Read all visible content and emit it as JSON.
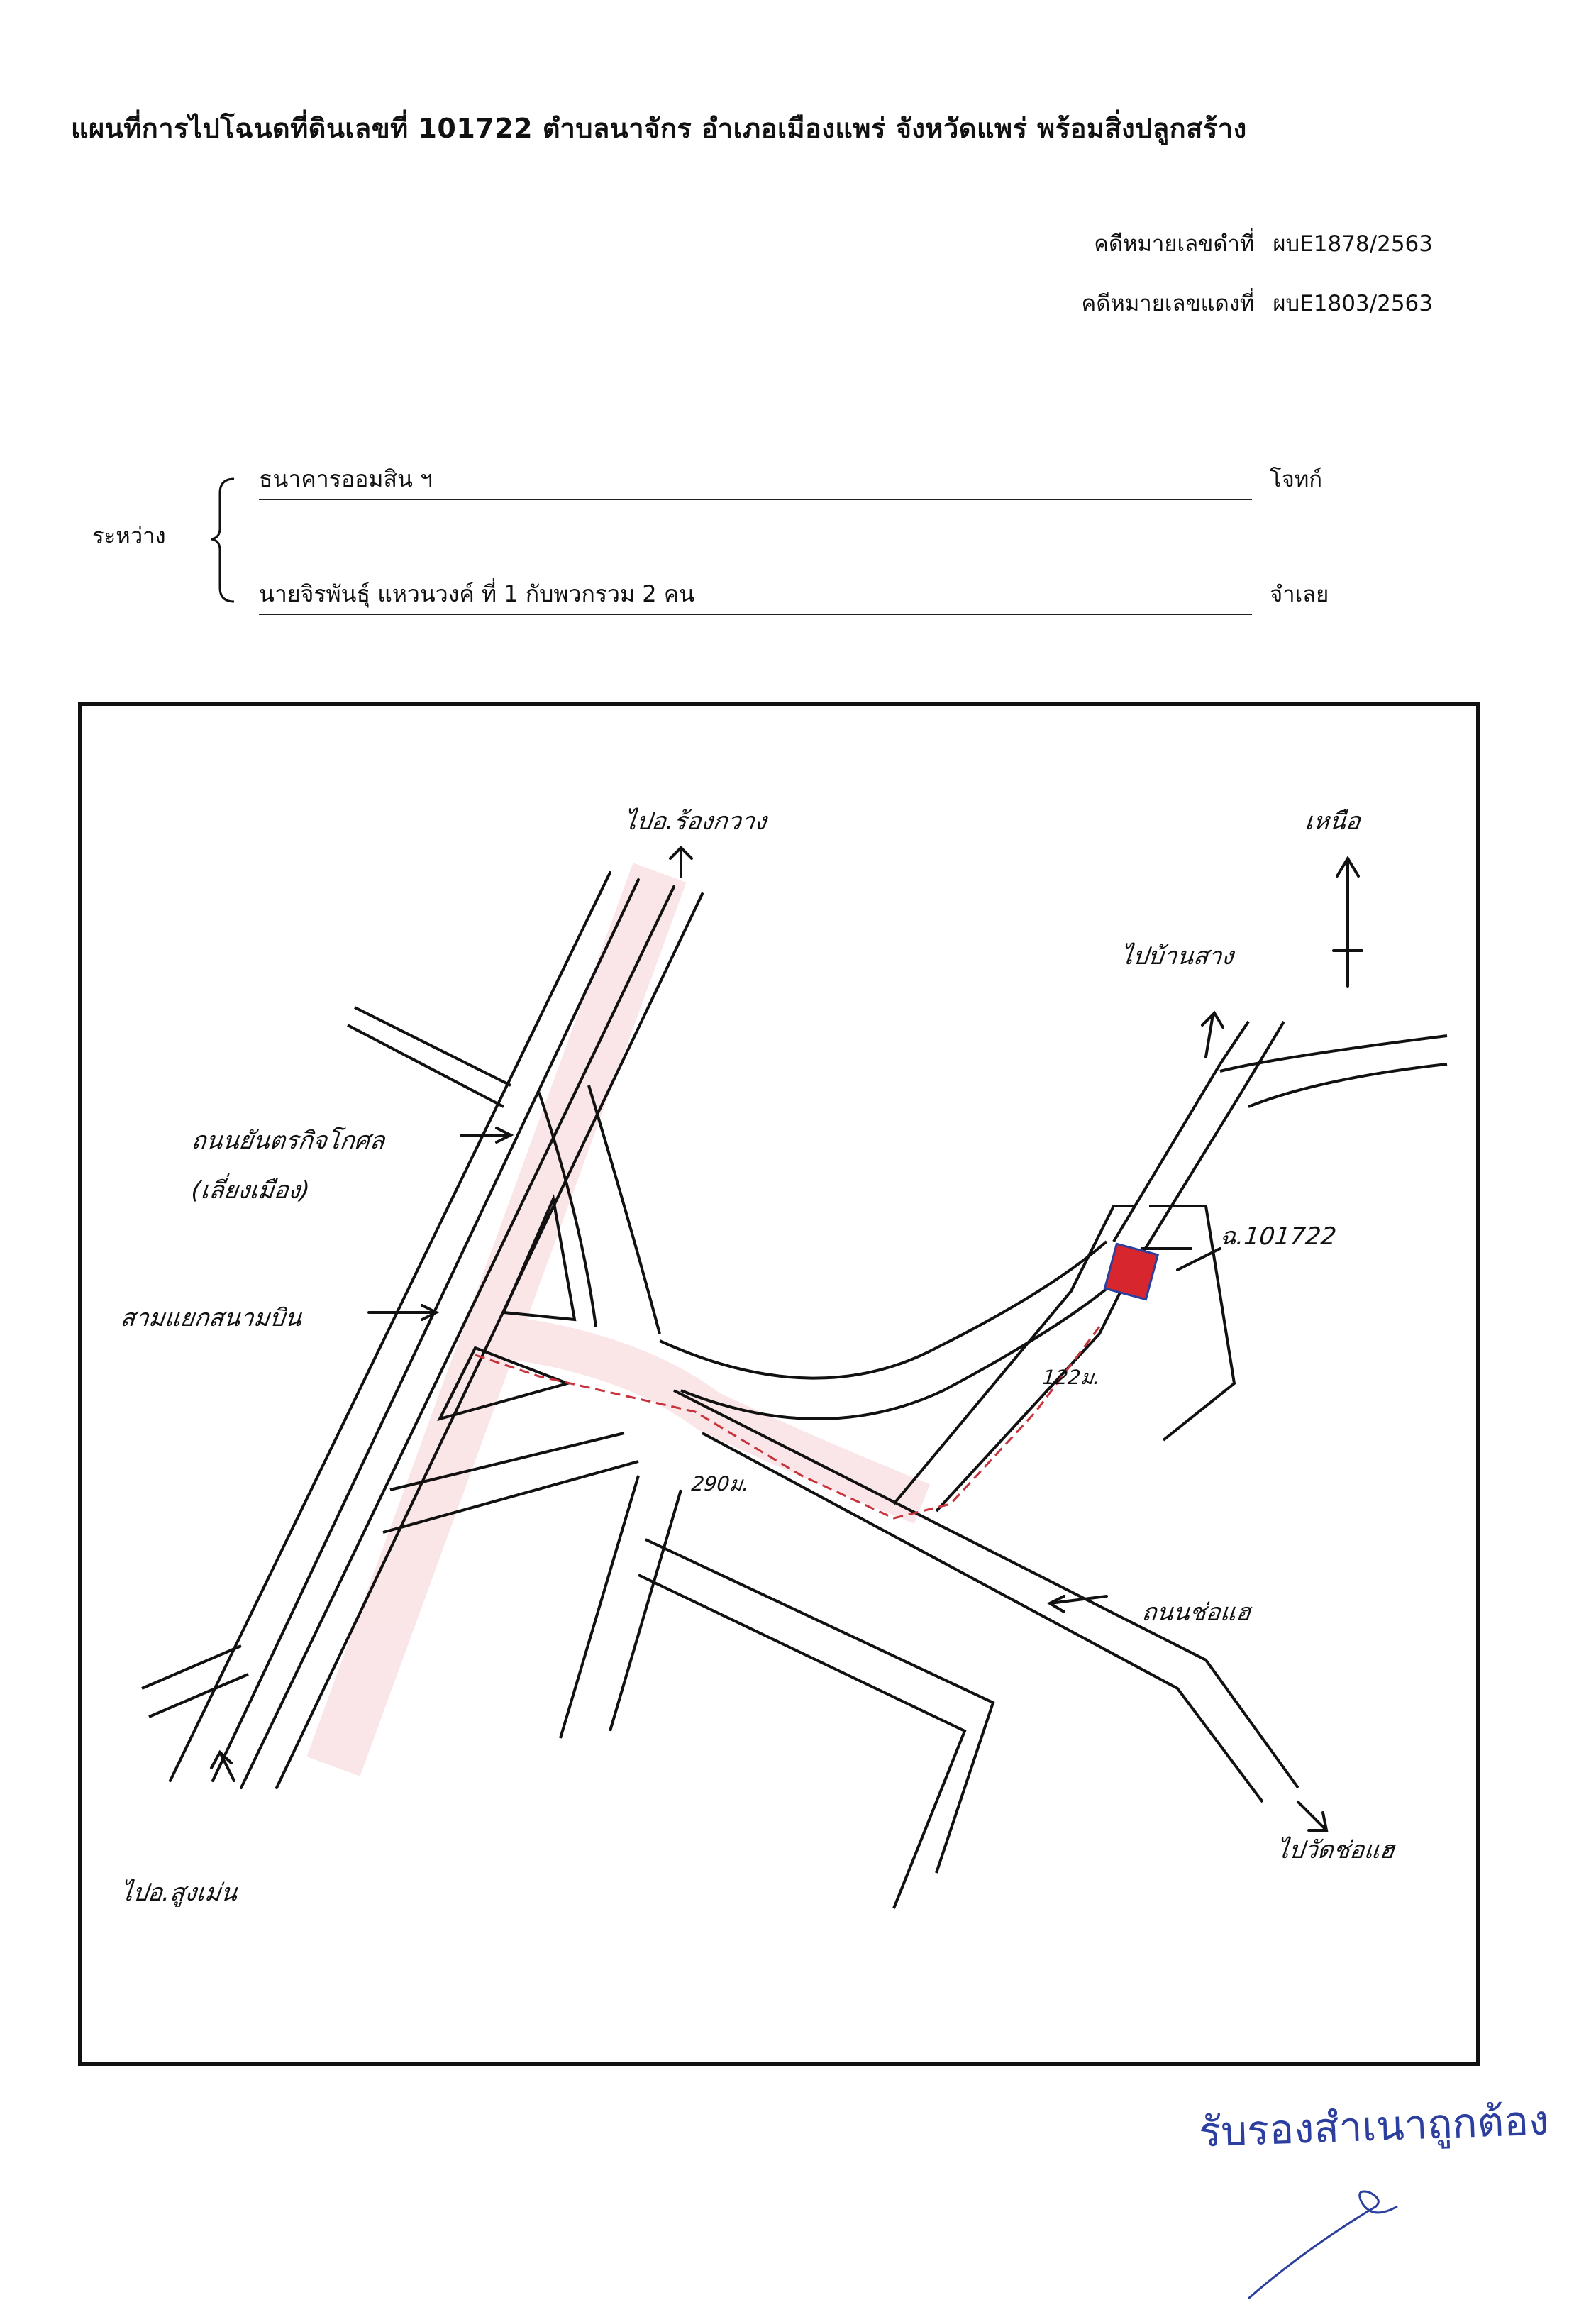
{
  "document": {
    "title": "แผนที่การไปโฉนดที่ดินเลขที่  101722  ตำบลนาจักร อำเภอเมืองแพร่ จังหวัดแพร่ พร้อมสิ่งปลูกสร้าง",
    "black_case_label": "คดีหมายเลขดำที่",
    "black_case_number": "ผบE1878/2563",
    "red_case_label": "คดีหมายเลขแดงที่",
    "red_case_number": "ผบE1803/2563",
    "between_label": "ระหว่าง",
    "plaintiff_name": "ธนาคารออมสิน ฯ",
    "plaintiff_role": "โจทก์",
    "defendant_name": "นายจิรพันธุ์ แหวนวงค์ ที่ 1 กับพวกรวม 2 คน",
    "defendant_role": "จำเลย"
  },
  "map": {
    "north_label": "เหนือ",
    "to_rong_kwang": "ไปอ.ร้องกวาง",
    "to_ban_sang": "ไปบ้านสาง",
    "yantarakitkosol_road": "ถนนยันตรกิจโกศล",
    "yantarakitkosol_alt": "(เลี่ยงเมือง)",
    "airport_junction": "สามแยกสนามบิน",
    "deed_number": "ฉ.101722",
    "dist_short": "122ม.",
    "dist_long": "290ม.",
    "cho_hae_road": "ถนนช่อแฮ",
    "to_wat_cho_hae": "ไปวัดช่อแฮ",
    "to_sung_men": "ไปอ.สูงเม่น",
    "colors": {
      "road_ink": "#111111",
      "route_red": "#c8323a",
      "plot_fill": "#d8262e",
      "stamp_blue": "#2c3f9e"
    }
  },
  "stamp": {
    "text": "รับรองสำเนาถูกต้อง"
  }
}
